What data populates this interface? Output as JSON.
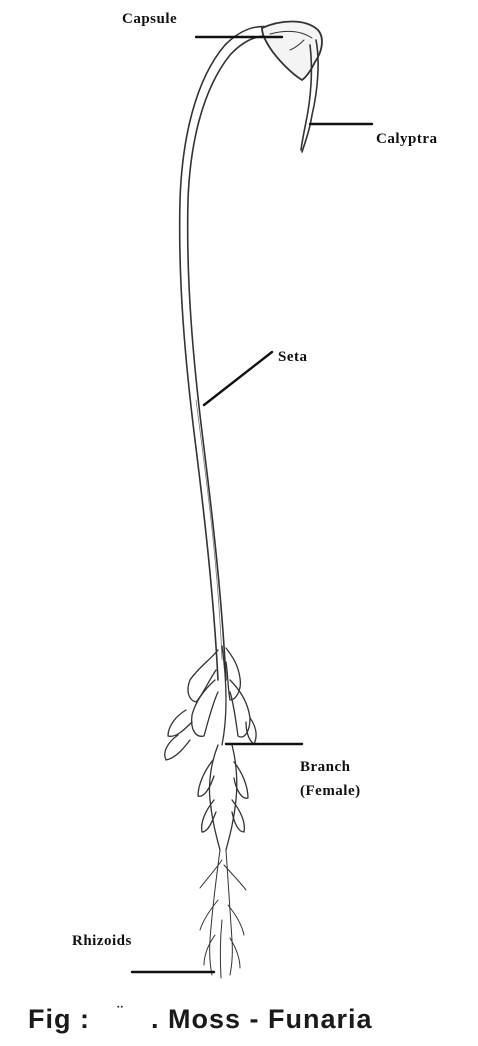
{
  "figure": {
    "labels": {
      "capsule": "Capsule",
      "calyptra": "Calyptra",
      "seta": "Seta",
      "branch_line1": "Branch",
      "branch_line2": "(Female)",
      "rhizoids": "Rhizoids"
    },
    "caption": {
      "prefix": "Fig :",
      "mark": "¨",
      "title": ". Moss - Funaria"
    }
  }
}
